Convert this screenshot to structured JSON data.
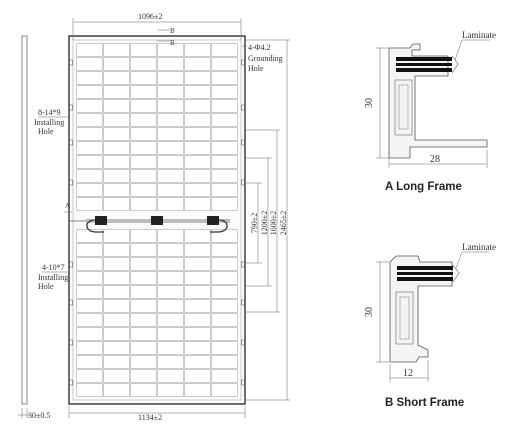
{
  "panel": {
    "width_top": "1096±2",
    "width_bottom": "1134±2",
    "frame_depth": "30±0.5",
    "marker_b1": "B",
    "marker_b2": "B",
    "marker_a": "A",
    "grounding": {
      "size": "4-Φ4.2",
      "l1": "Grounding",
      "l2": "Hole"
    },
    "installing_top": {
      "size": "8-14*9",
      "l1": "Installing",
      "l2": "Hole"
    },
    "installing_bottom": {
      "size": "4-10*7",
      "l1": "Installing",
      "l2": "Hole"
    },
    "dims": [
      "790±2",
      "1200±2",
      "1600±2",
      "2465±2"
    ]
  },
  "long_frame": {
    "caption": "A Long Frame",
    "laminate": "Laminate",
    "height": "30",
    "width": "28"
  },
  "short_frame": {
    "caption": "B Short Frame",
    "laminate": "Laminate",
    "height": "30",
    "width": "12"
  }
}
